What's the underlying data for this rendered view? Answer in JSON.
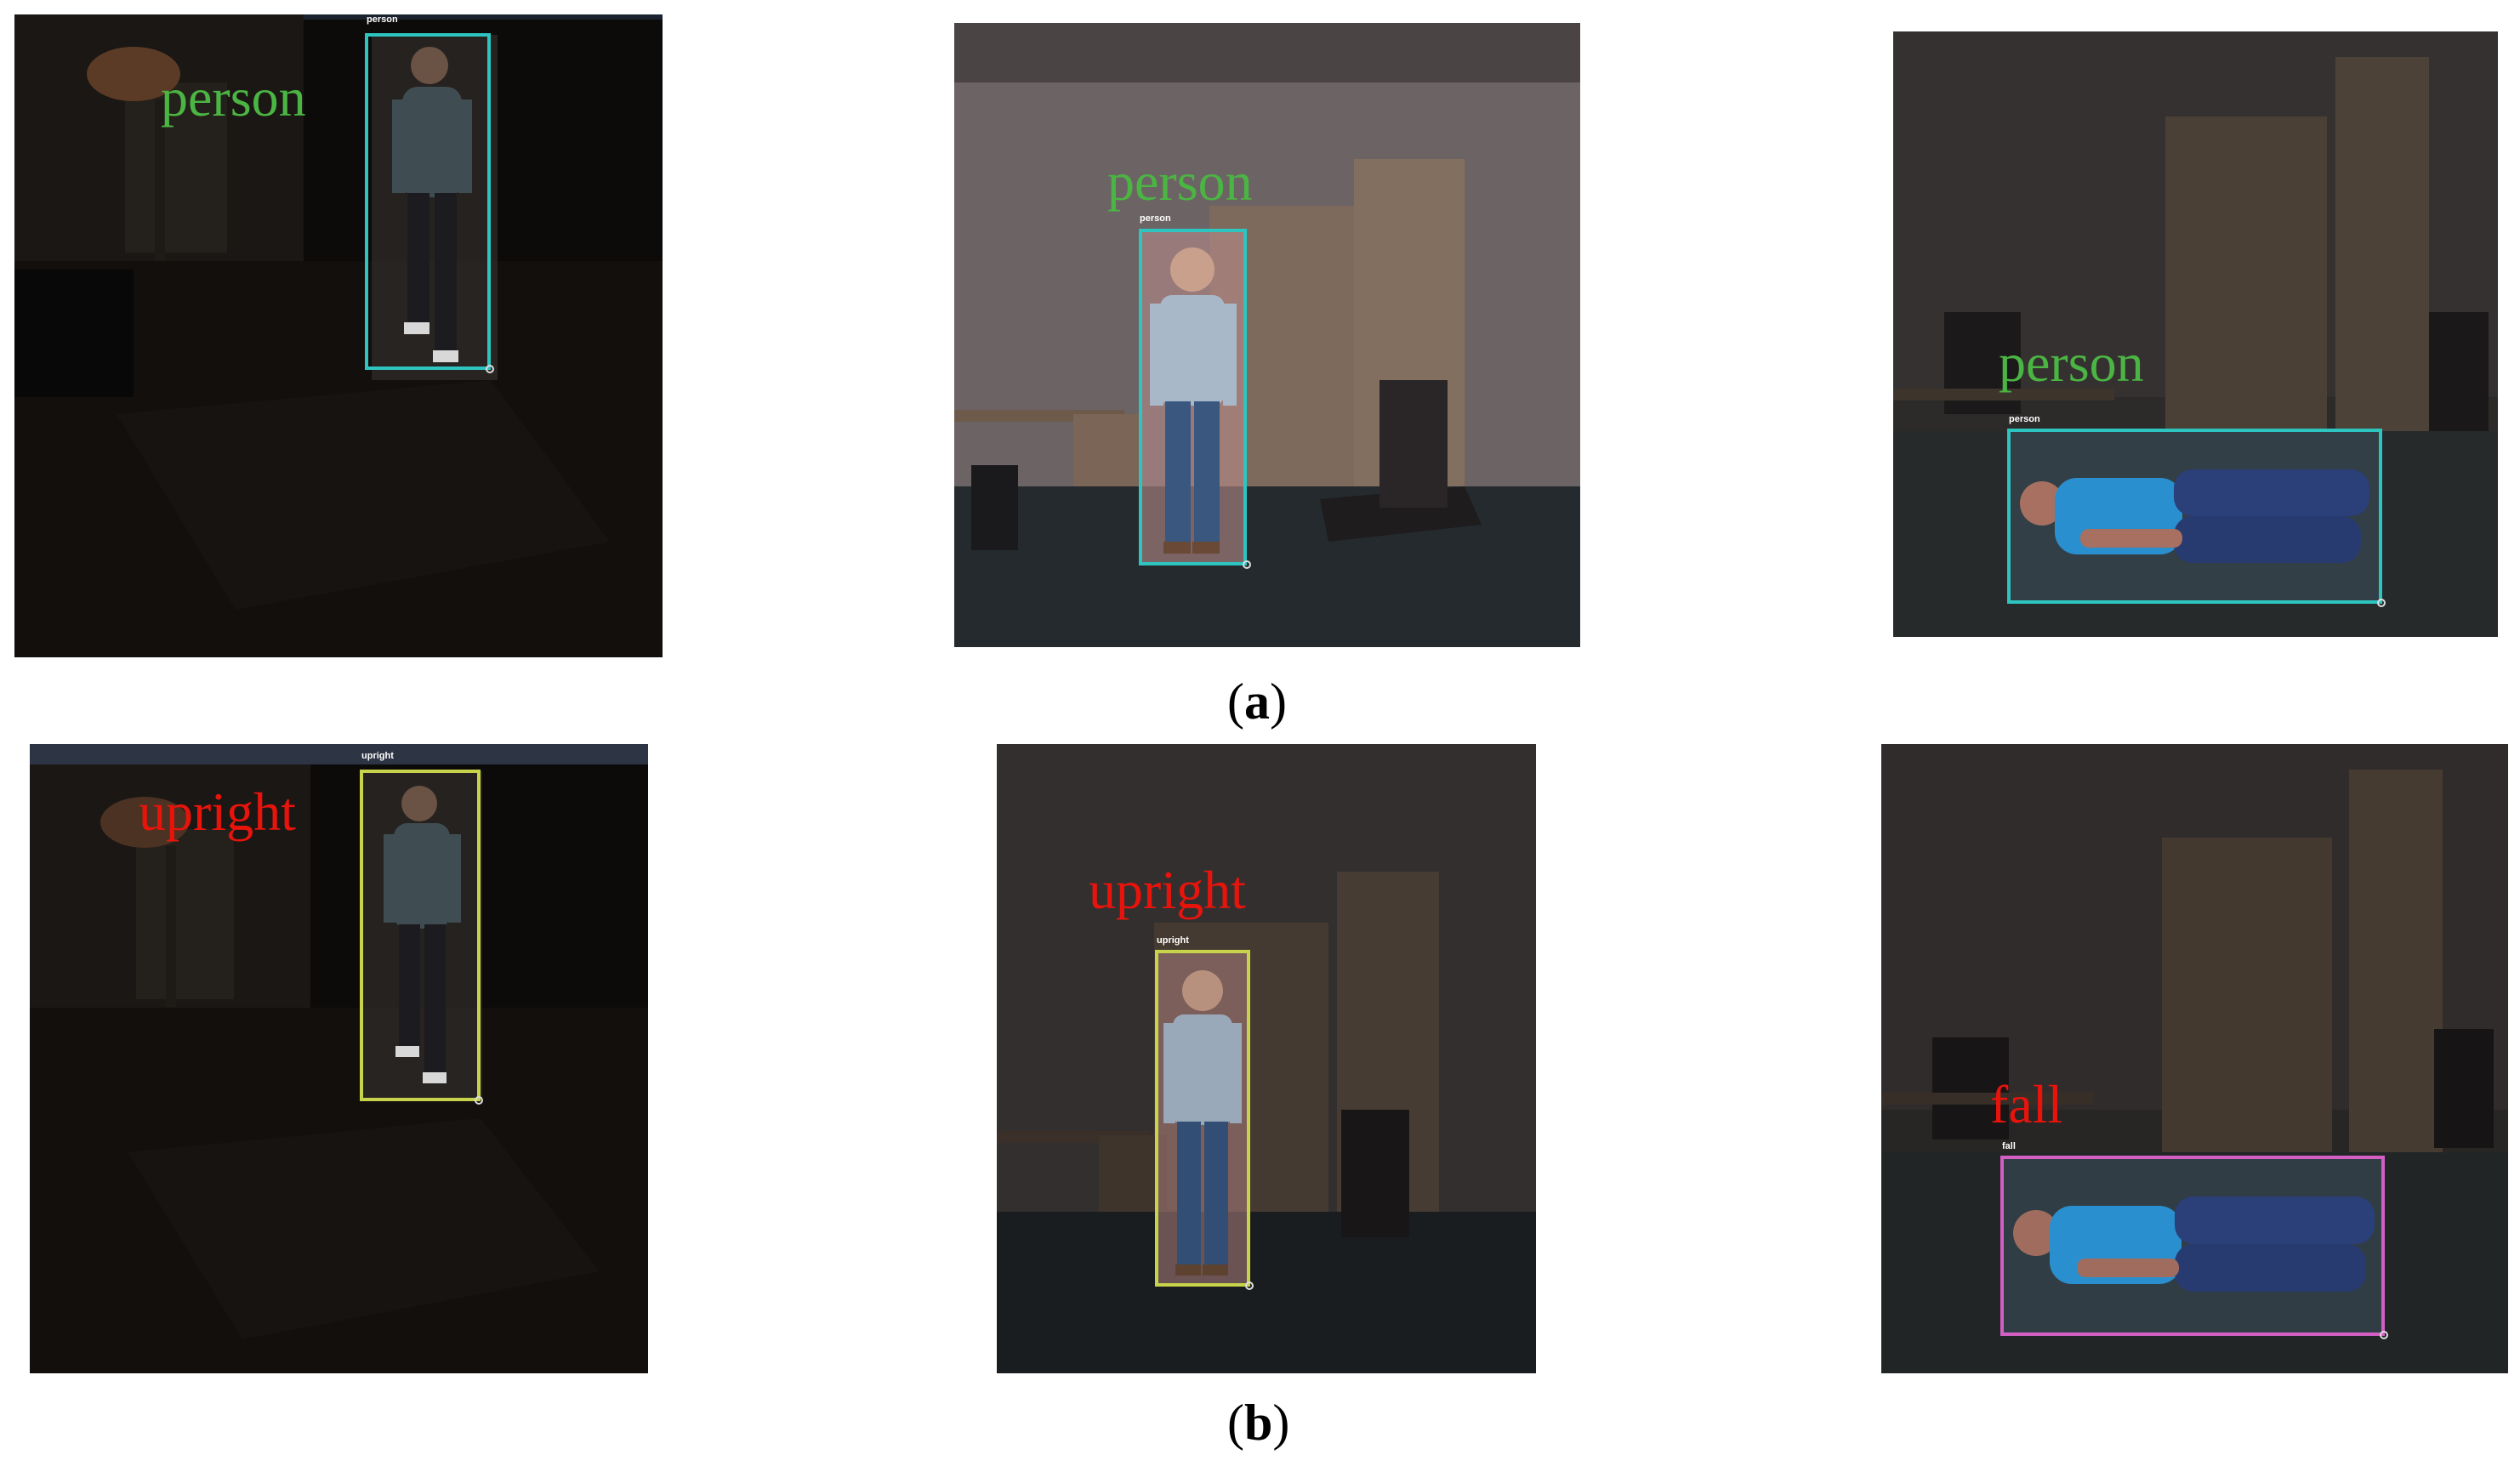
{
  "row_a": {
    "caption_letter": "a",
    "panels": [
      {
        "big_label": "person",
        "box_tag": "person"
      },
      {
        "big_label": "person",
        "box_tag": "person"
      },
      {
        "big_label": "person",
        "box_tag": "person"
      }
    ]
  },
  "row_b": {
    "caption_letter": "b",
    "panels": [
      {
        "big_label": "upright",
        "box_tag": "upright"
      },
      {
        "big_label": "upright",
        "box_tag": "upright"
      },
      {
        "big_label": "fall",
        "box_tag": "fall"
      }
    ]
  },
  "colors": {
    "person_label": "#4bb543",
    "class_label": "#e8140c",
    "person_box": "#2ec4c0",
    "upright_box": "#c7d34a",
    "fall_box": "#d35fc4"
  }
}
